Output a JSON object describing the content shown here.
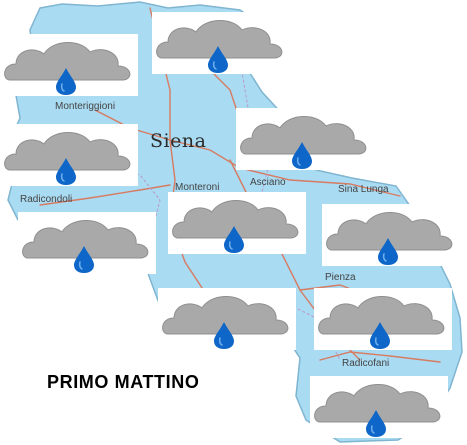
{
  "map": {
    "region": "Siena",
    "water_color": "#a9dbf2",
    "road_color": "#d77b62",
    "label_color": "#444444",
    "places": [
      "Monteriggioni",
      "Siena",
      "Asciano",
      "Sina Lunga",
      "Radicondoli",
      "Monteroni",
      "Pienza",
      "Radicofani"
    ]
  },
  "forecast": {
    "period": "PRIMO MATTINO",
    "icons": [
      {
        "condition": "cloud-rain"
      },
      {
        "condition": "cloud-rain"
      },
      {
        "condition": "cloud-rain"
      },
      {
        "condition": "cloud-rain"
      },
      {
        "condition": "cloud-rain"
      },
      {
        "condition": "cloud-rain"
      },
      {
        "condition": "cloud-rain"
      },
      {
        "condition": "cloud-rain"
      },
      {
        "condition": "cloud-rain"
      },
      {
        "condition": "cloud-rain"
      }
    ],
    "cloud_color": "#a9a9a9",
    "drop_color": "#0d66c8"
  }
}
